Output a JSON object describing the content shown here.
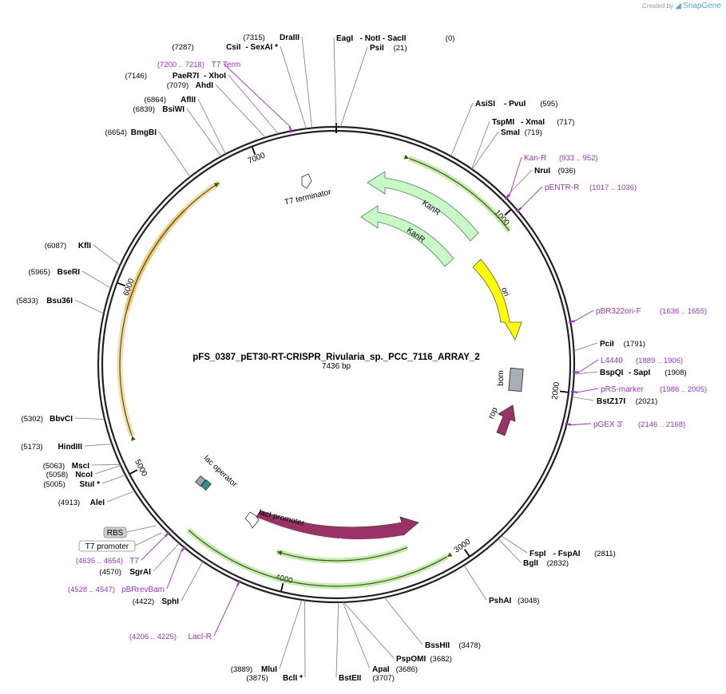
{
  "header": {
    "created_by": "Created by",
    "brand": "SnapGene"
  },
  "plasmid": {
    "name": "pFS_0387_pET30-RT-CRISPR_Rivularia_sp._PCC_7116_ARRAY_2",
    "size_text": "7436 bp",
    "length": 7436
  },
  "ticks": [
    {
      "value": 1000,
      "label": "1000"
    },
    {
      "value": 2000,
      "label": "2000"
    },
    {
      "value": 3000,
      "label": "3000"
    },
    {
      "value": 4000,
      "label": "4000"
    },
    {
      "value": 5000,
      "label": "5000"
    },
    {
      "value": 6000,
      "label": "6000"
    },
    {
      "value": 7000,
      "label": "7000"
    }
  ],
  "enzymes": [
    {
      "name": "EagI",
      "extra": "- NotI   - SacII",
      "pos": "(0)",
      "bp": 0
    },
    {
      "name": "PsiI",
      "extra": "",
      "pos": "(21)",
      "bp": 21
    },
    {
      "name": "AsiSI",
      "extra": "- PvuI",
      "pos": "(595)",
      "bp": 595
    },
    {
      "name": "TspMI",
      "extra": "- XmaI",
      "pos": "(717)",
      "bp": 717
    },
    {
      "name": "SmaI",
      "extra": "",
      "pos": "(719)",
      "bp": 719
    },
    {
      "name": "NruI",
      "extra": "",
      "pos": "(936)",
      "bp": 936
    },
    {
      "name": "PciI",
      "extra": "",
      "pos": "(1791)",
      "bp": 1791
    },
    {
      "name": "BspQI",
      "extra": "- SapI",
      "pos": "(1908)",
      "bp": 1908
    },
    {
      "name": "BstZ17I",
      "extra": "",
      "pos": "(2021)",
      "bp": 2021
    },
    {
      "name": "FspI",
      "extra": "- FspAI",
      "pos": "(2811)",
      "bp": 2811
    },
    {
      "name": "BglI",
      "extra": "",
      "pos": "(2832)",
      "bp": 2832
    },
    {
      "name": "PshAI",
      "extra": "",
      "pos": "(3048)",
      "bp": 3048
    },
    {
      "name": "BssHII",
      "extra": "",
      "pos": "(3478)",
      "bp": 3478
    },
    {
      "name": "PspOMI",
      "extra": "",
      "pos": "(3682)",
      "bp": 3682
    },
    {
      "name": "ApaI",
      "extra": "",
      "pos": "(3686)",
      "bp": 3686
    },
    {
      "name": "BstEII",
      "extra": "",
      "pos": "(3707)",
      "bp": 3707
    },
    {
      "name": "BclI *",
      "extra": "",
      "pos": "(3875)",
      "bp": 3875
    },
    {
      "name": "MluI",
      "extra": "",
      "pos": "(3889)",
      "bp": 3889
    },
    {
      "name": "SphI",
      "extra": "",
      "pos": "(4422)",
      "bp": 4422
    },
    {
      "name": "SgrAI",
      "extra": "",
      "pos": "(4570)",
      "bp": 4570
    },
    {
      "name": "AleI",
      "extra": "",
      "pos": "(4913)",
      "bp": 4913
    },
    {
      "name": "StuI *",
      "extra": "",
      "pos": "(5005)",
      "bp": 5005
    },
    {
      "name": "NcoI",
      "extra": "",
      "pos": "(5058)",
      "bp": 5058
    },
    {
      "name": "MscI",
      "extra": "",
      "pos": "(5063)",
      "bp": 5063
    },
    {
      "name": "HindIII",
      "extra": "",
      "pos": "(5173)",
      "bp": 5173
    },
    {
      "name": "BbvCI",
      "extra": "",
      "pos": "(5302)",
      "bp": 5302
    },
    {
      "name": "Bsu36I",
      "extra": "",
      "pos": "(5833)",
      "bp": 5833
    },
    {
      "name": "BseRI",
      "extra": "",
      "pos": "(5965)",
      "bp": 5965
    },
    {
      "name": "KflI",
      "extra": "",
      "pos": "(6087)",
      "bp": 6087
    },
    {
      "name": "BmgBI",
      "extra": "",
      "pos": "(6654)",
      "bp": 6654
    },
    {
      "name": "BsiWI",
      "extra": "",
      "pos": "(6839)",
      "bp": 6839
    },
    {
      "name": "AflII",
      "extra": "",
      "pos": "(6864)",
      "bp": 6864
    },
    {
      "name": "AhdI",
      "extra": "",
      "pos": "(7079)",
      "bp": 7079
    },
    {
      "name": "PaeR7I",
      "extra": "- XhoI",
      "pos": "(7146)",
      "bp": 7146
    },
    {
      "name": "CsiI",
      "extra": "- SexAI *",
      "pos": "(7287)",
      "bp": 7287
    },
    {
      "name": "DraIII",
      "extra": "",
      "pos": "(7315)",
      "bp": 7315
    }
  ],
  "primers": [
    {
      "name": "Kan-R",
      "pos": "(933 .. 952)",
      "bp": 942
    },
    {
      "name": "pENTR-R",
      "pos": "(1017 .. 1036)",
      "bp": 1026
    },
    {
      "name": "pBR322ori-F",
      "pos": "(1636 .. 1655)",
      "bp": 1645
    },
    {
      "name": "L4440",
      "pos": "(1889 .. 1906)",
      "bp": 1897
    },
    {
      "name": "pRS-marker",
      "pos": "(1986 .. 2005)",
      "bp": 1995
    },
    {
      "name": "pGEX 3'",
      "pos": "(2146 .. 2168)",
      "bp": 2157
    },
    {
      "name": "LacI-R",
      "pos": "(4206 .. 4225)",
      "bp": 4215
    },
    {
      "name": "pBRrevBam",
      "pos": "(4528 .. 4547)",
      "bp": 4537
    },
    {
      "name": "T7",
      "pos": "(4635 .. 4654)",
      "bp": 4644
    },
    {
      "name": "T7 Term",
      "pos": "(7200 .. 7218)",
      "bp": 7209
    }
  ],
  "boxed_features": [
    {
      "name": "RBS",
      "style": "filled"
    },
    {
      "name": "T7 promoter",
      "style": "outline"
    }
  ],
  "features": [
    {
      "name": "KanR",
      "color": "#c8f8c8"
    },
    {
      "name": "KanR",
      "color": "#c8f8c8"
    },
    {
      "name": "ori",
      "color": "#ffff00"
    },
    {
      "name": "bom",
      "color": "#a9adb5"
    },
    {
      "name": "rop",
      "color": "#993366"
    },
    {
      "name": "lacI",
      "color": "#993366"
    },
    {
      "name": "lacI promoter",
      "color": "#ffffff"
    },
    {
      "name": "lac operator",
      "color": "#9aa3b0"
    },
    {
      "name": "T7 terminator",
      "color": "#ffffff"
    }
  ],
  "colors": {
    "primer": "#a030d0",
    "orf_green": "#7fd24a",
    "orf_orange": "#f0b040",
    "backbone": "#222222"
  }
}
